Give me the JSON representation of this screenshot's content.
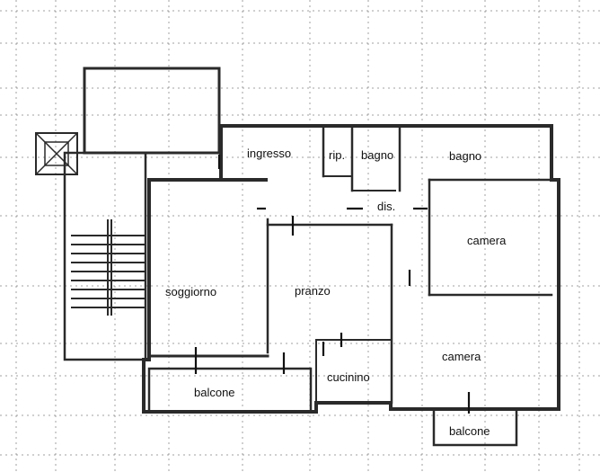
{
  "plan": {
    "rooms": [
      {
        "id": "ingresso",
        "label": "ingresso"
      },
      {
        "id": "rip",
        "label": "rip."
      },
      {
        "id": "bagno-1",
        "label": "bagno"
      },
      {
        "id": "bagno-2",
        "label": "bagno"
      },
      {
        "id": "dis",
        "label": "dis."
      },
      {
        "id": "camera-1",
        "label": "camera"
      },
      {
        "id": "soggiorno",
        "label": "soggiorno"
      },
      {
        "id": "pranzo",
        "label": "pranzo"
      },
      {
        "id": "camera-2",
        "label": "camera"
      },
      {
        "id": "cucinino",
        "label": "cucinino"
      },
      {
        "id": "balcone-1",
        "label": "balcone"
      },
      {
        "id": "balcone-2",
        "label": "balcone"
      }
    ],
    "colors": {
      "wall": "#2a2a2a",
      "grid": "#555555",
      "text": "#111111"
    }
  }
}
